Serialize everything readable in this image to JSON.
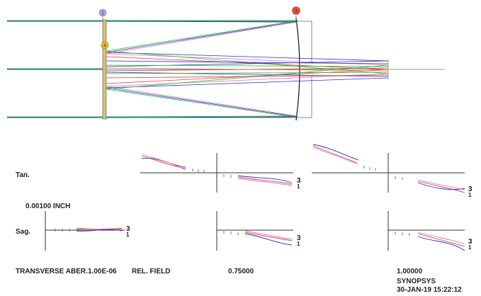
{
  "surface_labels": [
    "1",
    "3",
    "4"
  ],
  "colors": {
    "blue": "#2c2cd8",
    "red": "#e33b3b",
    "pink": "#e07aa8",
    "green": "#22c022",
    "axis": "#333333",
    "badge_1": "#b8a0e8",
    "badge_3": "#e8503c",
    "badge_4": "#e8c020"
  },
  "plot_labels": {
    "tan": "Tan.",
    "sag": "Sag.",
    "scale": "0.00100   INCH",
    "curve_top": "3",
    "curve_bottom": "1"
  },
  "footer": {
    "transverse": "TRANSVERSE ABER.",
    "value": "1.00E-06",
    "rel_field": "REL. FIELD",
    "field_mid": "0.75000",
    "field_full": "1.00000",
    "brand": "SYNOPSYS",
    "date": "30-JAN-19  15:22:12"
  }
}
